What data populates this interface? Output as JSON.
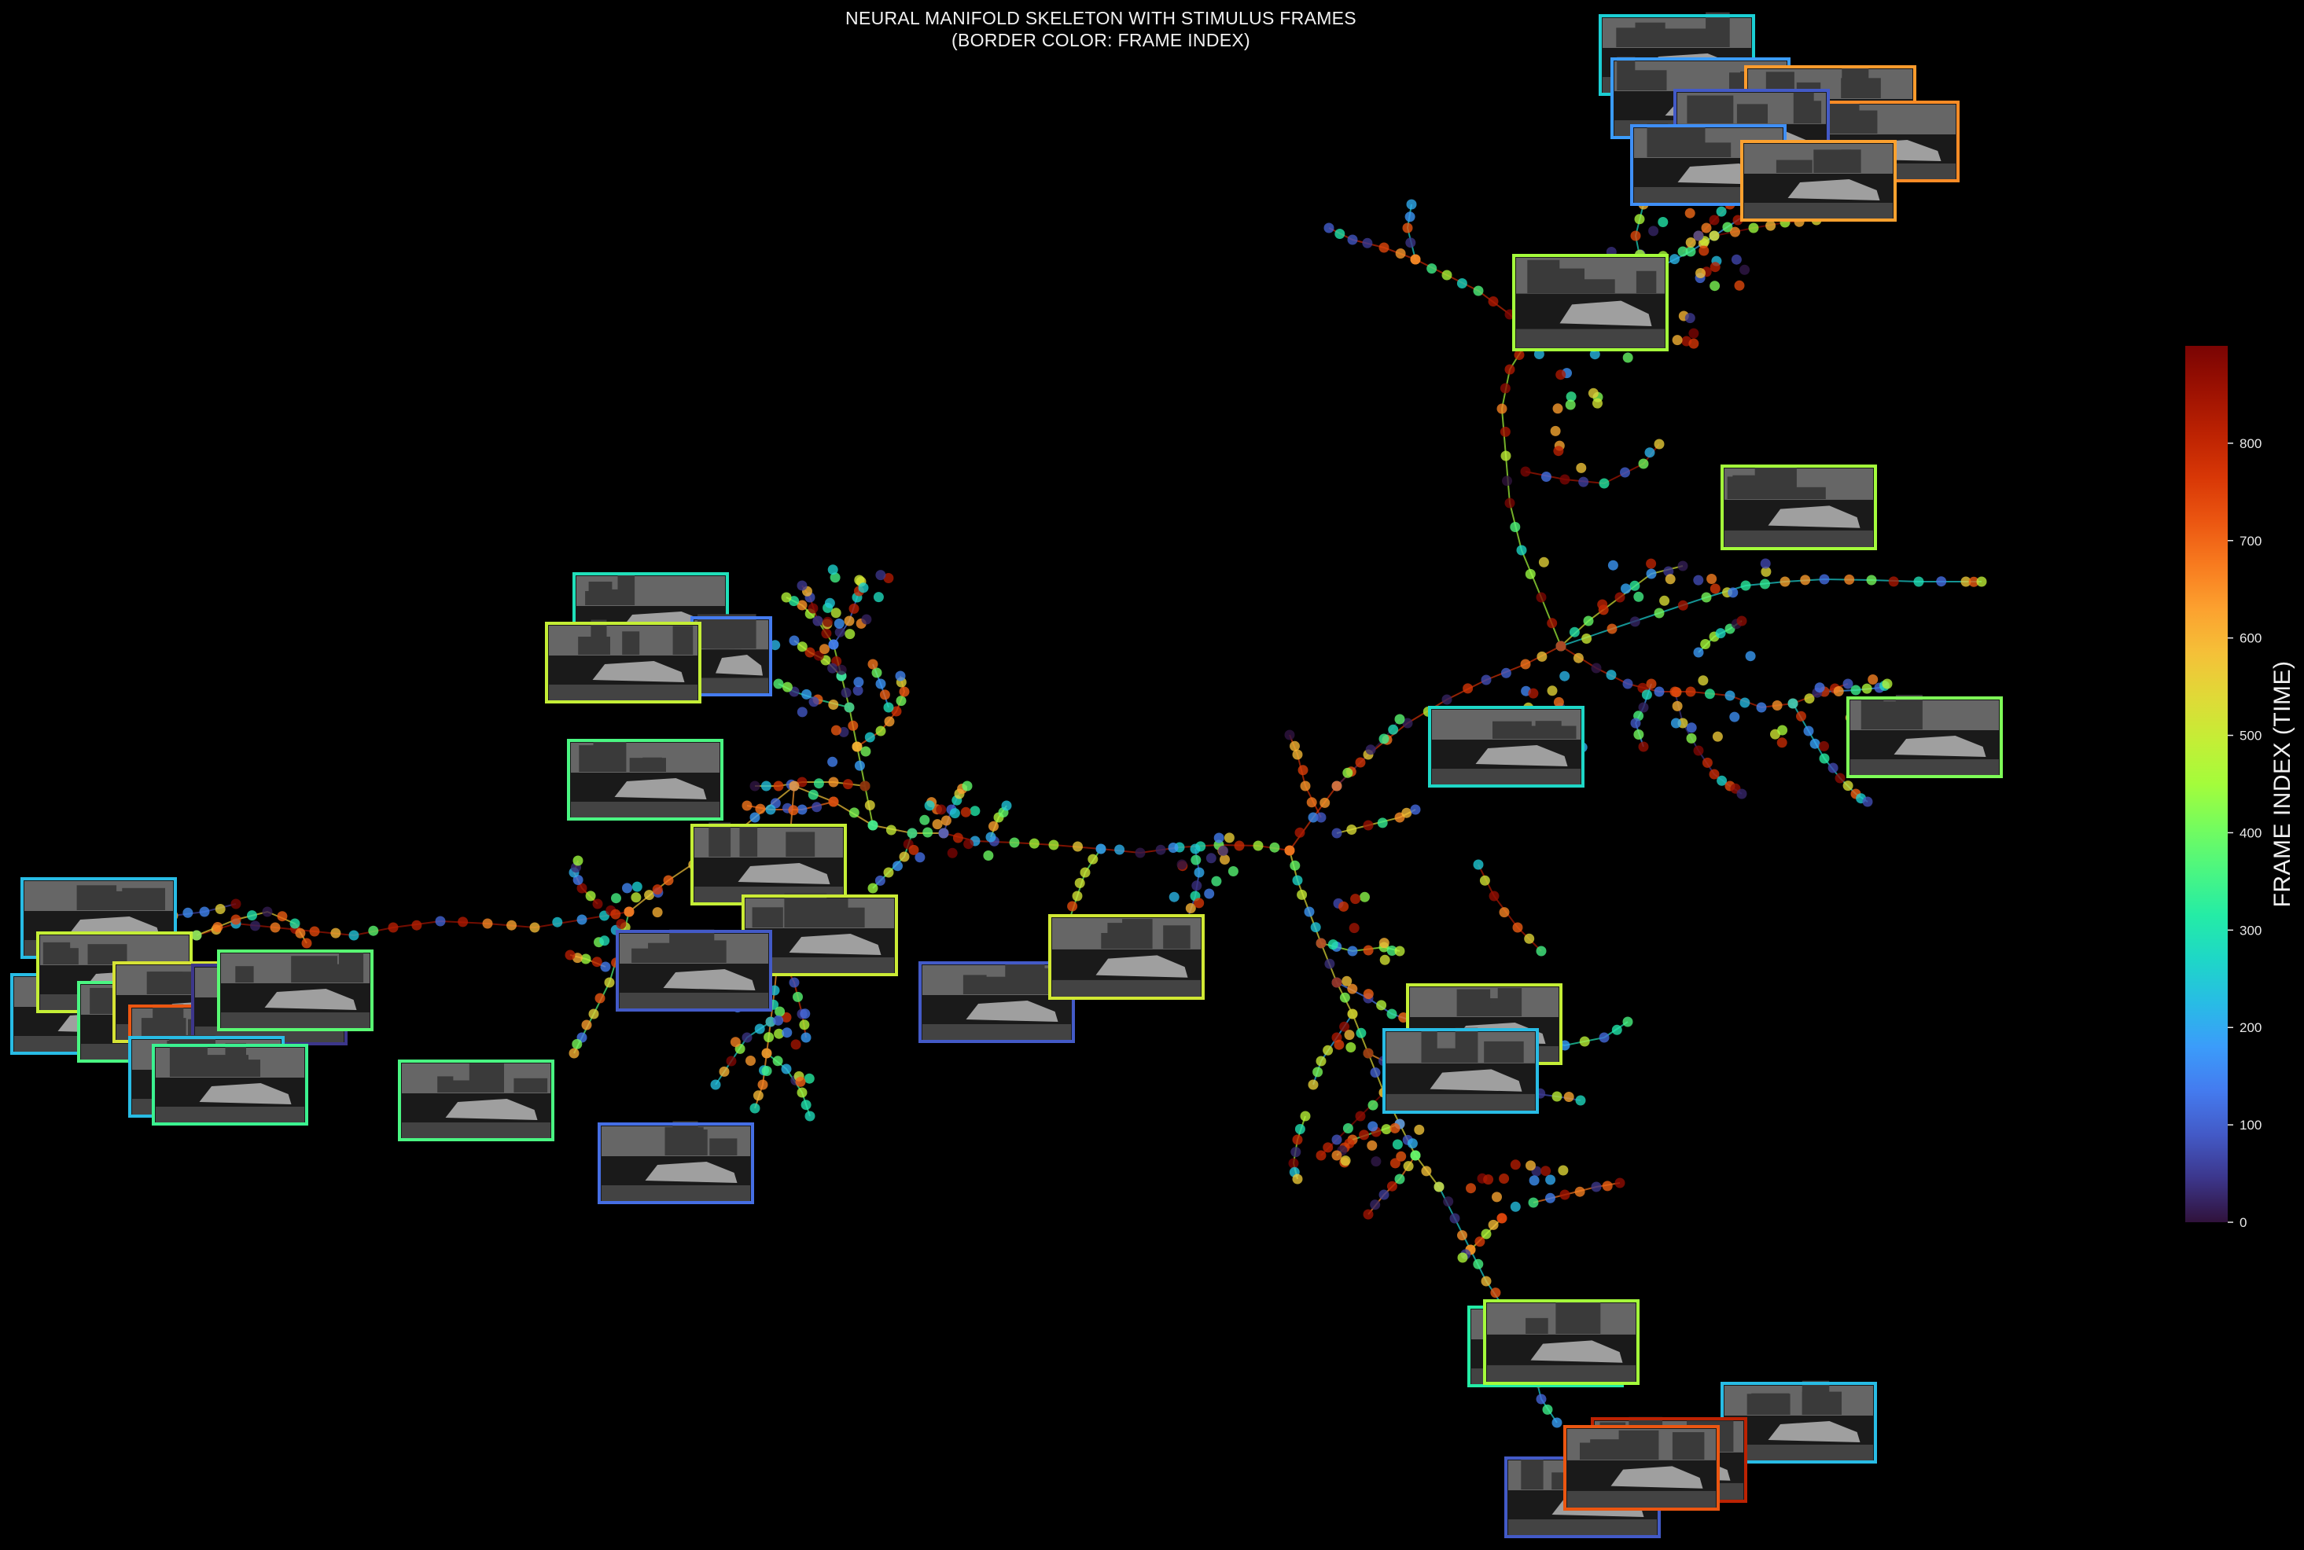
{
  "chart_data": {
    "type": "scatter",
    "title": "NEURAL MANIFOLD SKELETON WITH STIMULUS FRAMES",
    "subtitle": "(BORDER COLOR: FRAME INDEX)",
    "colormap": "turbo",
    "colorbar": {
      "label": "FRAME INDEX (TIME)",
      "min": 0,
      "max": 900,
      "ticks": [
        0,
        100,
        200,
        300,
        400,
        500,
        600,
        700,
        800
      ]
    },
    "grid": false,
    "axes_visible": false,
    "legend": "none",
    "background": "#000000",
    "thumbnail_count": 44,
    "node_count_estimate": 600
  }
}
